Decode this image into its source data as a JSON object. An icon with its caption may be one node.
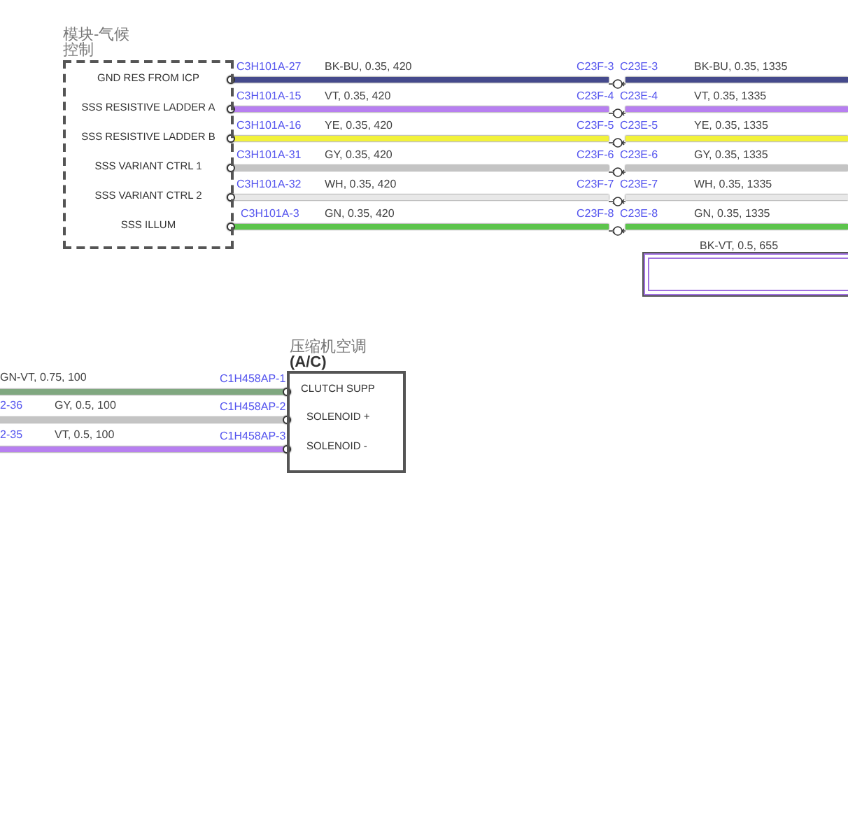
{
  "diagram": {
    "nodes": [
      {
        "text": [
          "模块-气候控制",
          "GND RES FROM ICP",
          "SSS RESISTIVE LADDER A",
          "SSS RESISTIVE LADDER B",
          "SSS VARIANT CTRL 1",
          "SSS VARIANT CTRL 2",
          "SSS ILLUM"
        ]
      },
      {
        "text": [],
        "shape": "circle"
      },
      {
        "text": [],
        "shape": "circle"
      },
      {
        "text": [],
        "shape": "circle"
      },
      {
        "text": [],
        "shape": "circle"
      },
      {
        "text": [],
        "shape": "circle"
      },
      {
        "text": [],
        "shape": "circle"
      },
      {
        "text": [],
        "shape": "box",
        "beside": [
          "BK-VT, 0.5, 655"
        ]
      },
      {
        "text": [
          "压缩机空调 **(A/C)**",
          "CLUTCH SUPP",
          "SOLENOID +",
          "SOLENOID -"
        ]
      }
    ],
    "edges": [
      {
        "from": 0,
        "to": 1,
        "arrow": "other",
        "label": "BK-BU, 0.35, 420",
        "color": "#454a8c"
      },
      {
        "from": 0,
        "to": 2,
        "arrow": "other",
        "label": "VT, 0.35, 420",
        "color": "#b77ff0"
      },
      {
        "from": 0,
        "to": 3,
        "arrow": "other",
        "label": "YE, 0.35, 420",
        "color": "#f2f23a"
      },
      {
        "from": 0,
        "to": 4,
        "arrow": "other",
        "label": "GY, 0.35, 420",
        "color": "#c4c4c4"
      },
      {
        "from": 0,
        "to": 5,
        "arrow": "other",
        "label": "WH, 0.35, 420",
        "color": "#e8e8e8"
      },
      {
        "from": 0,
        "to": 6,
        "arrow": "other",
        "label": "GN, 0.35, 420",
        "color": "#5cc44c"
      },
      {
        "from": 1,
        "to": null,
        "arrow": "none",
        "label": "BK-BU, 0.35, 1335",
        "color": "#454a8c"
      },
      {
        "from": 2,
        "to": null,
        "arrow": "none",
        "label": "VT, 0.35, 1335",
        "color": "#b77ff0"
      },
      {
        "from": 3,
        "to": null,
        "arrow": "none",
        "label": "YE, 0.35, 1335",
        "color": "#f2f23a"
      },
      {
        "from": 4,
        "to": null,
        "arrow": "none",
        "label": "GY, 0.35, 1335",
        "color": "#c4c4c4"
      },
      {
        "from": 5,
        "to": null,
        "arrow": "none",
        "label": "WH, 0.35, 1335",
        "color": "#e8e8e8"
      },
      {
        "from": 6,
        "to": null,
        "arrow": "none",
        "label": "GN, 0.35, 1335",
        "color": "#5cc44c"
      },
      {
        "from": null,
        "to": 8,
        "arrow": "other",
        "label": "GN-VT, 0.75, 100",
        "color": "#80a880"
      },
      {
        "from": null,
        "to": 8,
        "arrow": "other",
        "label": "GY, 0.5, 100",
        "color": "#c4c4c4"
      },
      {
        "from": null,
        "to": 8,
        "arrow": "other",
        "label": "VT, 0.5, 100",
        "color": "#b77ff0"
      }
    ],
    "labels": [
      "C3H101A-27",
      "C23F-3",
      "C23E-3",
      "C3H101A-15",
      "C23F-4",
      "C23E-4",
      "C3H101A-16",
      "C23F-5",
      "C23E-5",
      "C3H101A-31",
      "C23F-6",
      "C23E-6",
      "C3H101A-32",
      "C23F-7",
      "C23E-7",
      "C3H101A-3",
      "C23F-8",
      "C23E-8",
      "C1H458AP-1",
      "2-36",
      "C1H458AP-2",
      "2-35",
      "C1H458AP-3"
    ]
  }
}
